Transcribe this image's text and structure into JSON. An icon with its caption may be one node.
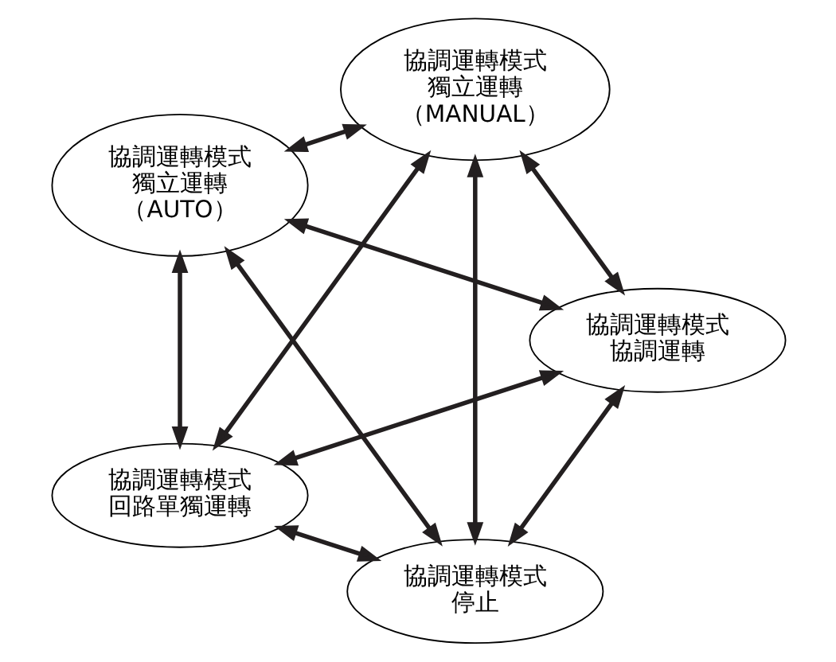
{
  "diagram": {
    "nodes": [
      {
        "text": [
          "協調運轉模式",
          "停止"
        ]
      },
      {
        "text": [
          "協調運轉模式",
          "協調運轉"
        ]
      },
      {
        "text": [
          "協調運轉模式",
          "獨立運轉",
          "（AUTO）"
        ]
      },
      {
        "text": [
          "協調運轉模式",
          "獨立運轉",
          "（MANUAL）"
        ]
      },
      {
        "text": [
          "協調運轉模式",
          "回路單獨運轉"
        ]
      }
    ],
    "edges": [
      {
        "from": 0,
        "to": 1,
        "arrow": "both"
      },
      {
        "from": 0,
        "to": 2,
        "arrow": "both"
      },
      {
        "from": 1,
        "to": 2,
        "arrow": "both"
      },
      {
        "from": 1,
        "to": 3,
        "arrow": "both"
      },
      {
        "from": 2,
        "to": 4,
        "arrow": "both"
      },
      {
        "from": 3,
        "to": 4,
        "arrow": "both"
      },
      {
        "from": 0,
        "to": 3,
        "arrow": "both"
      },
      {
        "from": 0,
        "to": 4,
        "arrow": "both"
      },
      {
        "from": 1,
        "to": 4,
        "arrow": "both"
      },
      {
        "from": 2,
        "to": 3,
        "arrow": "both"
      }
    ]
  }
}
